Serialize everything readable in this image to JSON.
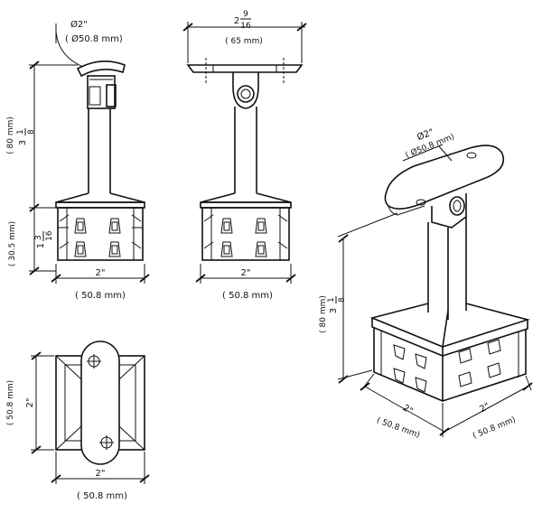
{
  "side_view": {
    "top_diameter": "Ø2\"",
    "top_diameter_mm": "( Ø50.8 mm)",
    "height_whole": "3",
    "height_num": "1",
    "height_den": "8",
    "height_mm": "( 80 mm)",
    "base_whole": "1",
    "base_num": "3",
    "base_den": "16",
    "base_mm": "( 30.5 mm)",
    "width": "2\"",
    "width_mm": "( 50.8 mm)"
  },
  "front_view": {
    "saddle_whole": "2",
    "saddle_num": "9",
    "saddle_den": "16",
    "saddle_mm": "( 65 mm)",
    "width": "2\"",
    "width_mm": "( 50.8 mm)"
  },
  "top_view": {
    "depth": "2\"",
    "depth_mm": "( 50.8 mm)",
    "width": "2\"",
    "width_mm": "( 50.8 mm)"
  },
  "iso_view": {
    "top_diameter": "Ø2\"",
    "top_diameter_mm": "( Ø50.8 mm)",
    "height_whole": "3",
    "height_num": "1",
    "height_den": "8",
    "height_mm": "( 80 mm)",
    "width_left": "2\"",
    "width_left_mm": "( 50.8 mm)",
    "width_right": "2\"",
    "width_right_mm": "( 50.8 mm)"
  }
}
